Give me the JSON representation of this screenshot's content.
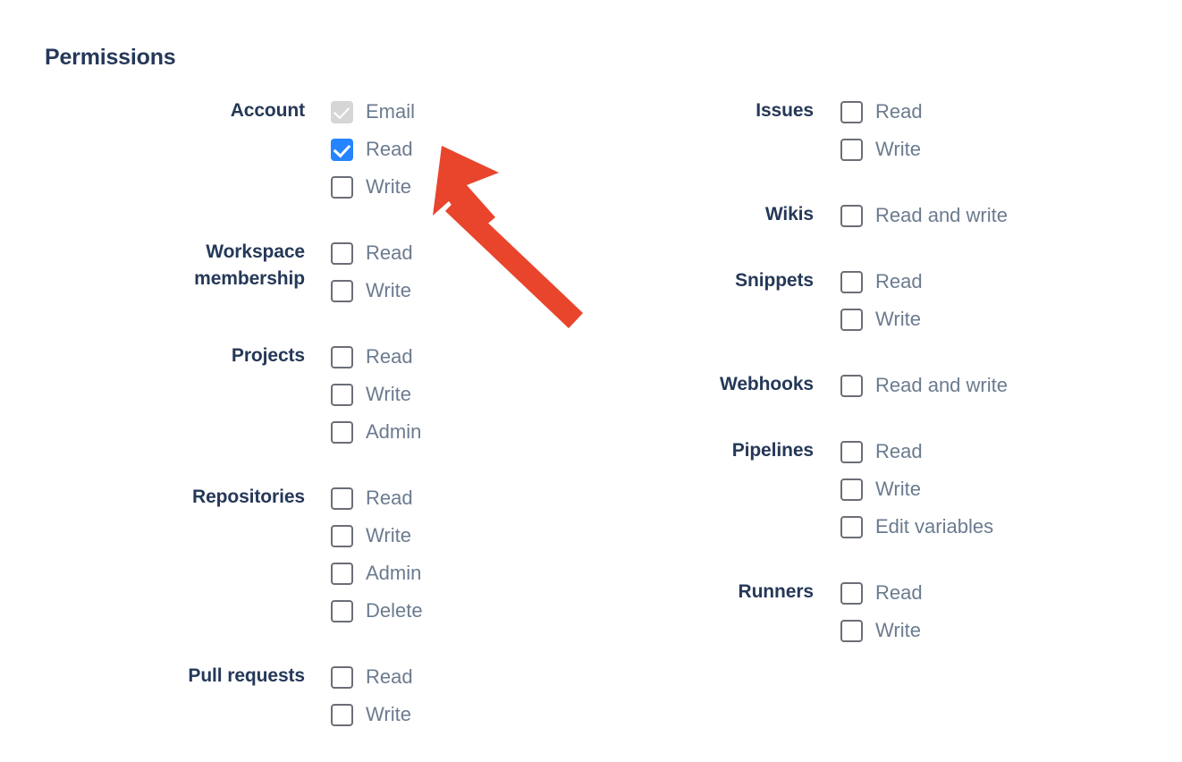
{
  "page": {
    "title": "Permissions"
  },
  "colors": {
    "heading": "#253858",
    "group_label": "#253858",
    "option_label": "#6b7b8f",
    "checkbox_checked": "#2684ff",
    "checkbox_disabled": "#d6d6d6",
    "checkbox_border": "#6b6e76",
    "pointer_arrow": "#e8452c",
    "background": "#ffffff"
  },
  "columns": {
    "left": [
      {
        "label": "Account",
        "options": [
          {
            "label": "Email",
            "checked": true,
            "disabled": true
          },
          {
            "label": "Read",
            "checked": true,
            "disabled": false
          },
          {
            "label": "Write",
            "checked": false,
            "disabled": false
          }
        ]
      },
      {
        "label": "Workspace\nmembership",
        "options": [
          {
            "label": "Read",
            "checked": false,
            "disabled": false
          },
          {
            "label": "Write",
            "checked": false,
            "disabled": false
          }
        ]
      },
      {
        "label": "Projects",
        "options": [
          {
            "label": "Read",
            "checked": false,
            "disabled": false
          },
          {
            "label": "Write",
            "checked": false,
            "disabled": false
          },
          {
            "label": "Admin",
            "checked": false,
            "disabled": false
          }
        ]
      },
      {
        "label": "Repositories",
        "options": [
          {
            "label": "Read",
            "checked": false,
            "disabled": false
          },
          {
            "label": "Write",
            "checked": false,
            "disabled": false
          },
          {
            "label": "Admin",
            "checked": false,
            "disabled": false
          },
          {
            "label": "Delete",
            "checked": false,
            "disabled": false
          }
        ]
      },
      {
        "label": "Pull requests",
        "options": [
          {
            "label": "Read",
            "checked": false,
            "disabled": false
          },
          {
            "label": "Write",
            "checked": false,
            "disabled": false
          }
        ]
      }
    ],
    "right": [
      {
        "label": "Issues",
        "options": [
          {
            "label": "Read",
            "checked": false,
            "disabled": false
          },
          {
            "label": "Write",
            "checked": false,
            "disabled": false
          }
        ]
      },
      {
        "label": "Wikis",
        "options": [
          {
            "label": "Read and write",
            "checked": false,
            "disabled": false
          }
        ]
      },
      {
        "label": "Snippets",
        "options": [
          {
            "label": "Read",
            "checked": false,
            "disabled": false
          },
          {
            "label": "Write",
            "checked": false,
            "disabled": false
          }
        ]
      },
      {
        "label": "Webhooks",
        "options": [
          {
            "label": "Read and write",
            "checked": false,
            "disabled": false
          }
        ]
      },
      {
        "label": "Pipelines",
        "options": [
          {
            "label": "Read",
            "checked": false,
            "disabled": false
          },
          {
            "label": "Write",
            "checked": false,
            "disabled": false
          },
          {
            "label": "Edit variables",
            "checked": false,
            "disabled": false
          }
        ]
      },
      {
        "label": "Runners",
        "options": [
          {
            "label": "Read",
            "checked": false,
            "disabled": false
          },
          {
            "label": "Write",
            "checked": false,
            "disabled": false
          }
        ]
      }
    ]
  },
  "annotation": {
    "pointer_arrow": {
      "name": "pointer-arrow",
      "points_to": "Account Read checkbox"
    }
  }
}
